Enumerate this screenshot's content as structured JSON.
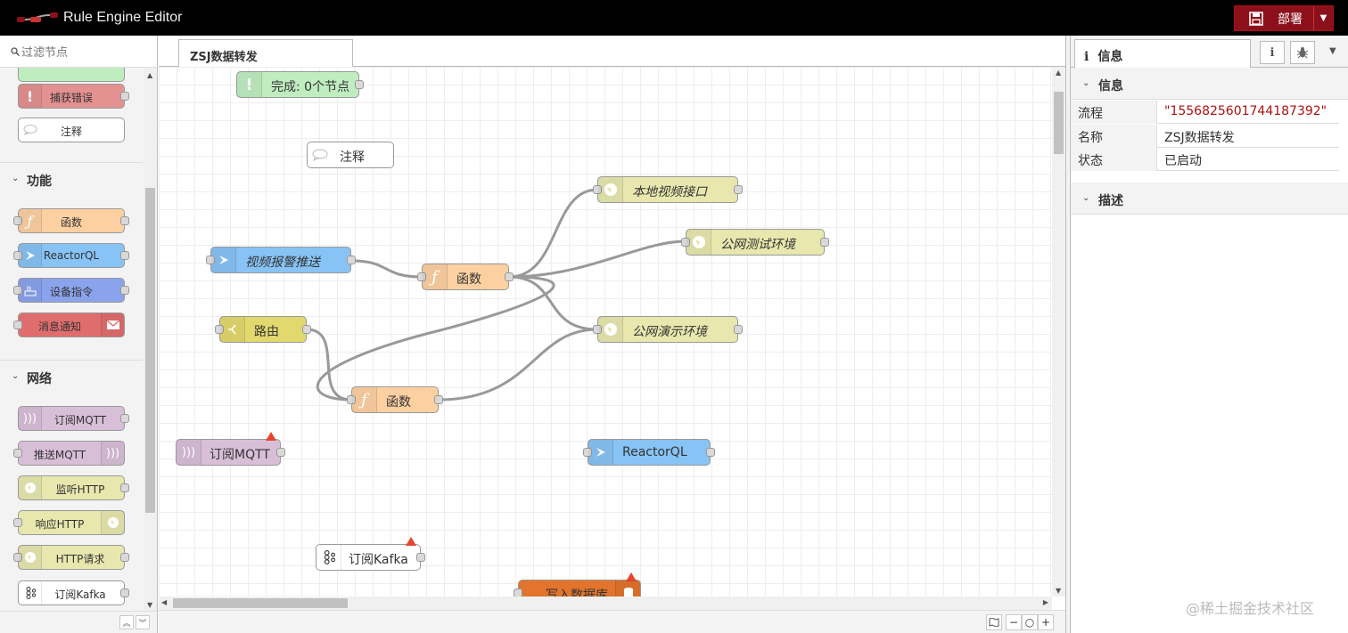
{
  "app": {
    "title": "Rule Engine Editor",
    "deploy_label": "部署"
  },
  "palette": {
    "search_placeholder": "过滤节点",
    "top_nodes": [
      {
        "label": "捕获错误",
        "color": "#e49191"
      },
      {
        "label": "注释",
        "color": "#ffffff"
      }
    ],
    "categories": [
      {
        "title": "功能",
        "nodes": [
          {
            "label": "函数",
            "color": "#fdd0a2"
          },
          {
            "label": "ReactorQL",
            "color": "#87c3f4"
          },
          {
            "label": "设备指令",
            "color": "#8ba3ec"
          },
          {
            "label": "消息通知",
            "color": "#e06d6d"
          }
        ]
      },
      {
        "title": "网络",
        "nodes": [
          {
            "label": "订阅MQTT",
            "color": "#d8bfd8"
          },
          {
            "label": "推送MQTT",
            "color": "#d8bfd8"
          },
          {
            "label": "监听HTTP",
            "color": "#e7e7ae"
          },
          {
            "label": "响应HTTP",
            "color": "#e7e7ae"
          },
          {
            "label": "HTTP请求",
            "color": "#e7e7ae"
          },
          {
            "label": "订阅Kafka",
            "color": "#ffffff"
          }
        ]
      }
    ]
  },
  "workspace": {
    "tab_label": "ZSJ数据转发",
    "nodes": {
      "complete": "完成: 0个节点",
      "comment": "注释",
      "local_video": "本地视频接口",
      "public_test": "公网测试环境",
      "video_alarm": "视频报警推送",
      "func1": "函数",
      "router": "路由",
      "public_demo": "公网演示环境",
      "func2": "函数",
      "mqtt_sub": "订阅MQTT",
      "reactorql": "ReactorQL",
      "kafka_sub": "订阅Kafka",
      "db_write": "写入数据库"
    }
  },
  "sidebar": {
    "tab_label": "信息",
    "info_section": "信息",
    "rows": [
      {
        "key": "流程",
        "value": "\"1556825601744187392\""
      },
      {
        "key": "名称",
        "value": "ZSJ数据转发"
      },
      {
        "key": "状态",
        "value": "已启动"
      }
    ],
    "desc_section": "描述"
  },
  "watermark": "@稀土掘金技术社区",
  "colors": {
    "deploy": "#8c101c",
    "function": "#fdd0a2",
    "reactorql": "#87c3f4",
    "http": "#e7e7ae",
    "mqtt": "#d8bfd8",
    "complete": "#c0edc0",
    "router": "#e2d96e",
    "db": "#e2742d"
  }
}
